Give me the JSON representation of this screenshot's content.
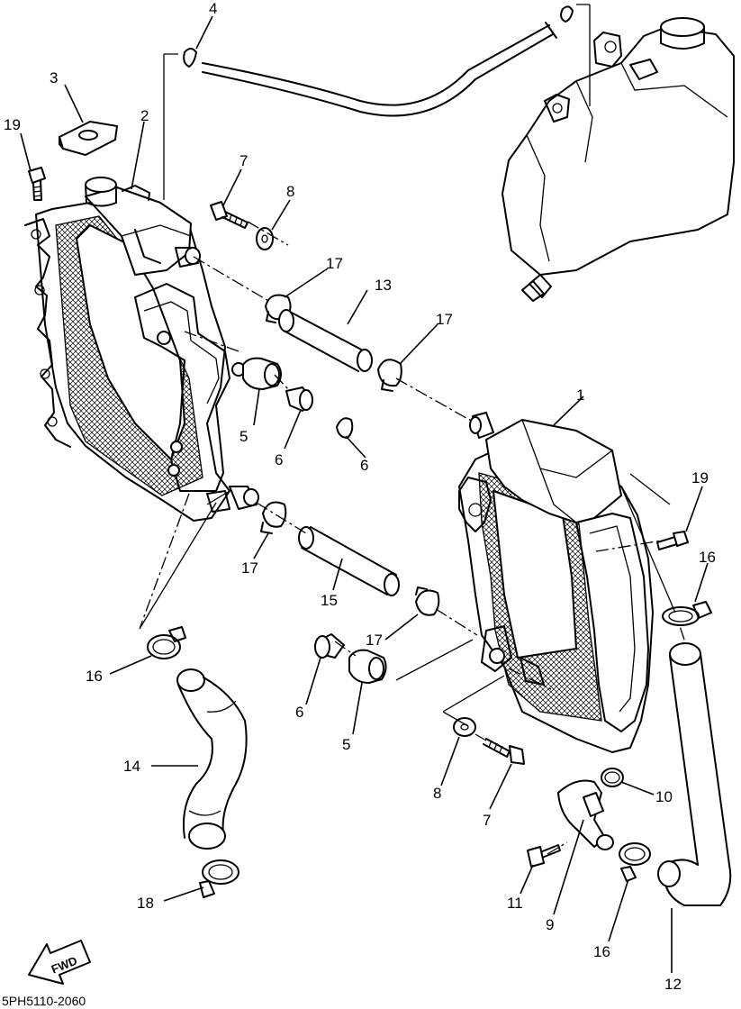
{
  "diagram_code": "5PH5110-2060",
  "direction_label": "FWD",
  "callouts": {
    "c1": "1",
    "c2": "2",
    "c3": "3",
    "c4": "4",
    "c5a": "5",
    "c5b": "5",
    "c6a": "6",
    "c6b": "6",
    "c6c": "6",
    "c7a": "7",
    "c7b": "7",
    "c8a": "8",
    "c8b": "8",
    "c9": "9",
    "c10": "10",
    "c11": "11",
    "c12": "12",
    "c13": "13",
    "c14": "14",
    "c15": "15",
    "c16a": "16",
    "c16b": "16",
    "c16c": "16",
    "c17a": "17",
    "c17b": "17",
    "c17c": "17",
    "c17d": "17",
    "c18": "18",
    "c19a": "19",
    "c19b": "19"
  }
}
